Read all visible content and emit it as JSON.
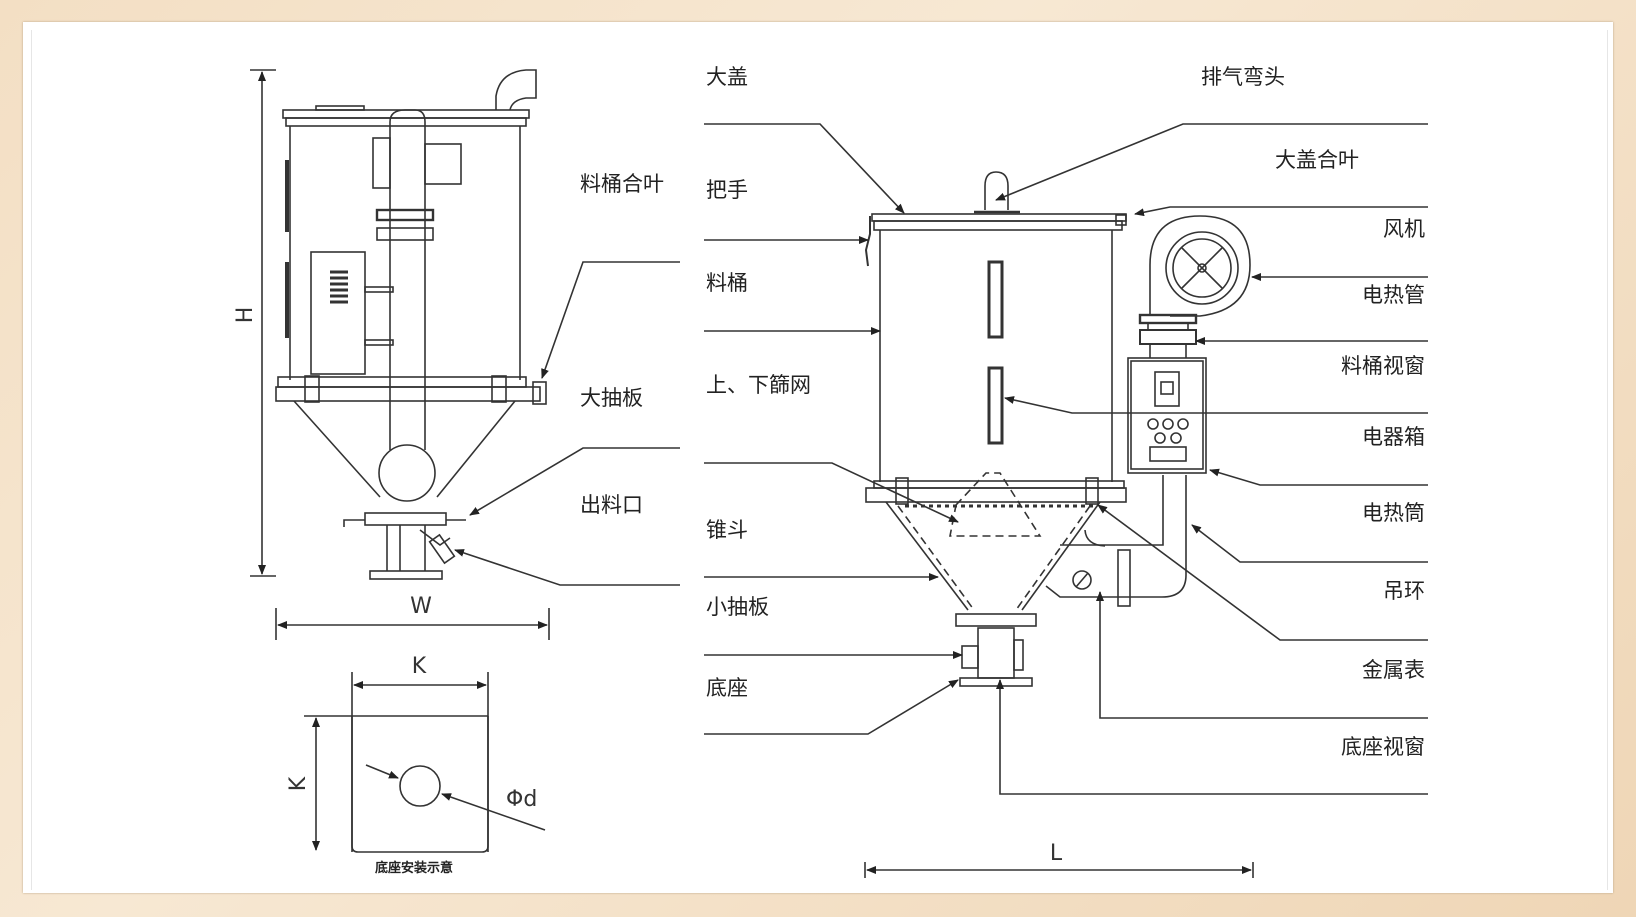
{
  "diagram": {
    "title": "Hopper dryer structure diagram",
    "side_view_labels": {
      "hopper_hinge": "料桶合叶",
      "large_slide_plate": "大抽板",
      "discharge_outlet": "出料口"
    },
    "dimensions": {
      "height": "H",
      "width": "W",
      "base_side_horizontal": "K",
      "base_side_vertical": "K",
      "hole_diameter": "Φd",
      "length": "L"
    },
    "base_plate_caption": "底座安装示意",
    "front_view_labels_left": [
      "大盖",
      "把手",
      "料桶",
      "上、下篩网",
      "锥斗",
      "小抽板",
      "底座"
    ],
    "front_view_labels_right": [
      "排气弯头",
      "大盖合叶",
      "风机",
      "电热管",
      "料桶视窗",
      "电器箱",
      "电热筒",
      "吊环",
      "金属表",
      "底座视窗"
    ]
  }
}
